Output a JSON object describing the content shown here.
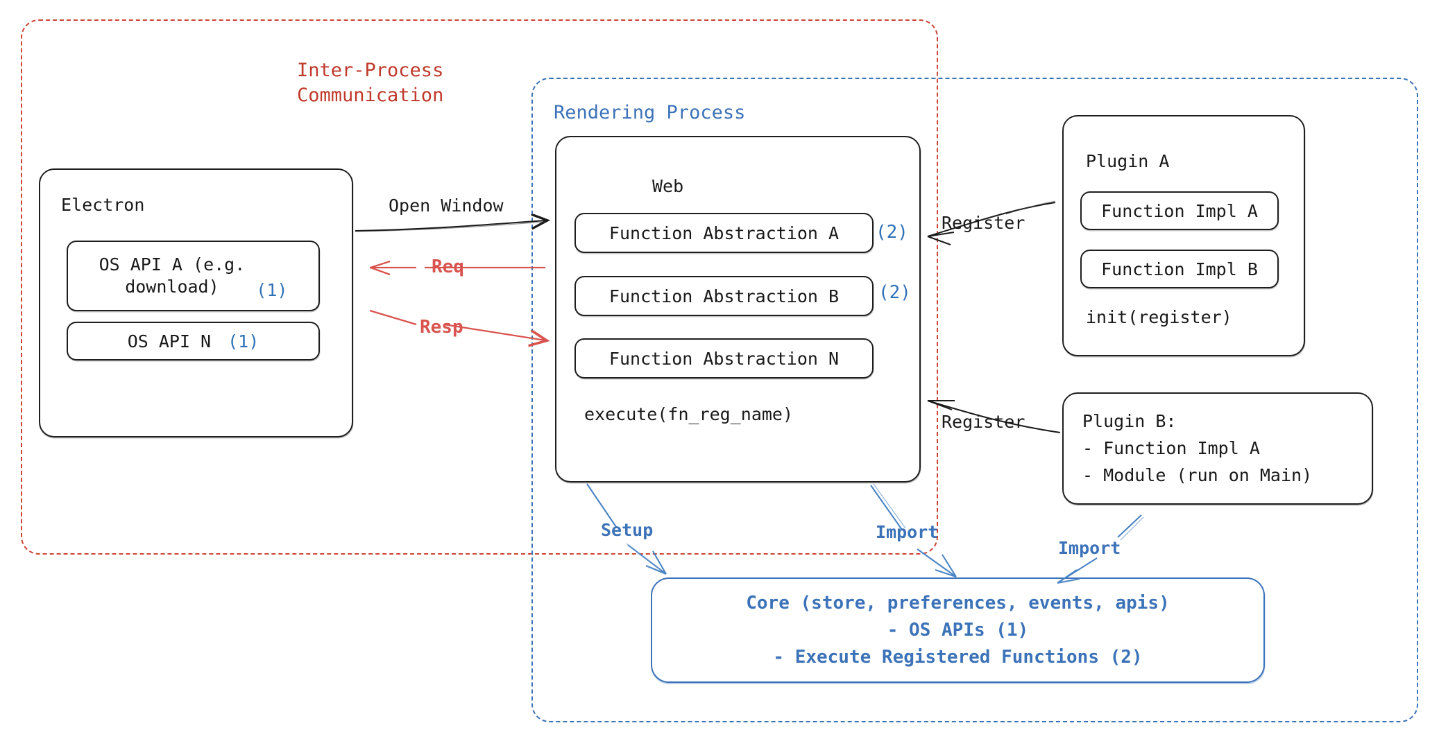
{
  "diagram": {
    "title": "Electron plugin architecture",
    "colors": {
      "red": "#c0392b",
      "red_line": "#d9534f",
      "blue": "#3b72b8",
      "black": "#1a1a1a"
    }
  },
  "regions": {
    "ipc": {
      "label": "Inter-Process\nCommunication",
      "color": "#c0392b"
    },
    "rendering": {
      "label": "Rendering Process",
      "color": "#3b72b8"
    }
  },
  "electron": {
    "title": "Electron",
    "apis": [
      {
        "label": "OS API A (e.g.\ndownload)",
        "badge": "(1)"
      },
      {
        "label": "OS API N",
        "badge": "(1)"
      }
    ]
  },
  "web": {
    "title": "Web",
    "abstractions": [
      {
        "label": "Function Abstraction A",
        "badge": "(2)"
      },
      {
        "label": "Function Abstraction B",
        "badge": "(2)"
      },
      {
        "label": "Function Abstraction N",
        "badge": ""
      }
    ],
    "footer": "execute(fn_reg_name)"
  },
  "plugin_a": {
    "title": "Plugin A",
    "functions": [
      {
        "label": "Function Impl A"
      },
      {
        "label": "Function Impl B"
      }
    ],
    "footer": "init(register)"
  },
  "plugin_b": {
    "lines": "Plugin B:\n- Function Impl A\n- Module (run on Main)"
  },
  "core": {
    "line1": "Core (store, preferences, events, apis)",
    "line2": "- OS APIs (1)",
    "line3": "- Execute Registered Functions (2)"
  },
  "edges": {
    "open_window": "Open Window",
    "req": "Req",
    "resp": "Resp",
    "register_a": "Register",
    "register_b": "Register",
    "setup": "Setup",
    "import_web": "Import",
    "import_plugin_b": "Import"
  }
}
